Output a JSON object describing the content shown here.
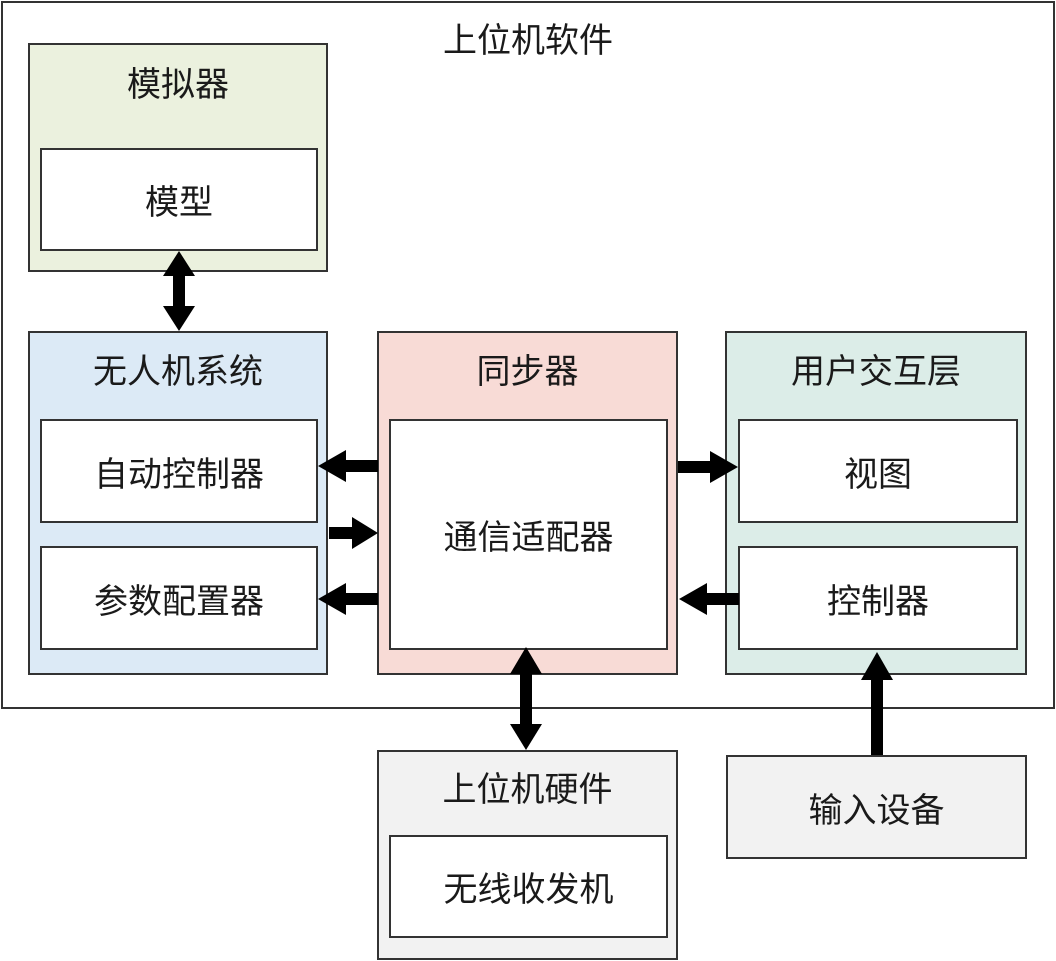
{
  "software": {
    "title": "上位机软件"
  },
  "simulator": {
    "title": "模拟器",
    "model": "模型",
    "fill": "#ebf1de"
  },
  "uav": {
    "title": "无人机系统",
    "autopilot": "自动控制器",
    "param_config": "参数配置器",
    "fill": "#dceaf6"
  },
  "sync": {
    "title": "同步器",
    "adapter": "通信适配器",
    "fill": "#f8dbd6"
  },
  "ui_layer": {
    "title": "用户交互层",
    "view": "视图",
    "controller": "控制器",
    "fill": "#dcede8"
  },
  "hardware": {
    "title": "上位机硬件",
    "transceiver": "无线收发机",
    "fill": "#f2f2f2"
  },
  "input": {
    "title": "输入设备",
    "fill": "#f2f2f2"
  }
}
